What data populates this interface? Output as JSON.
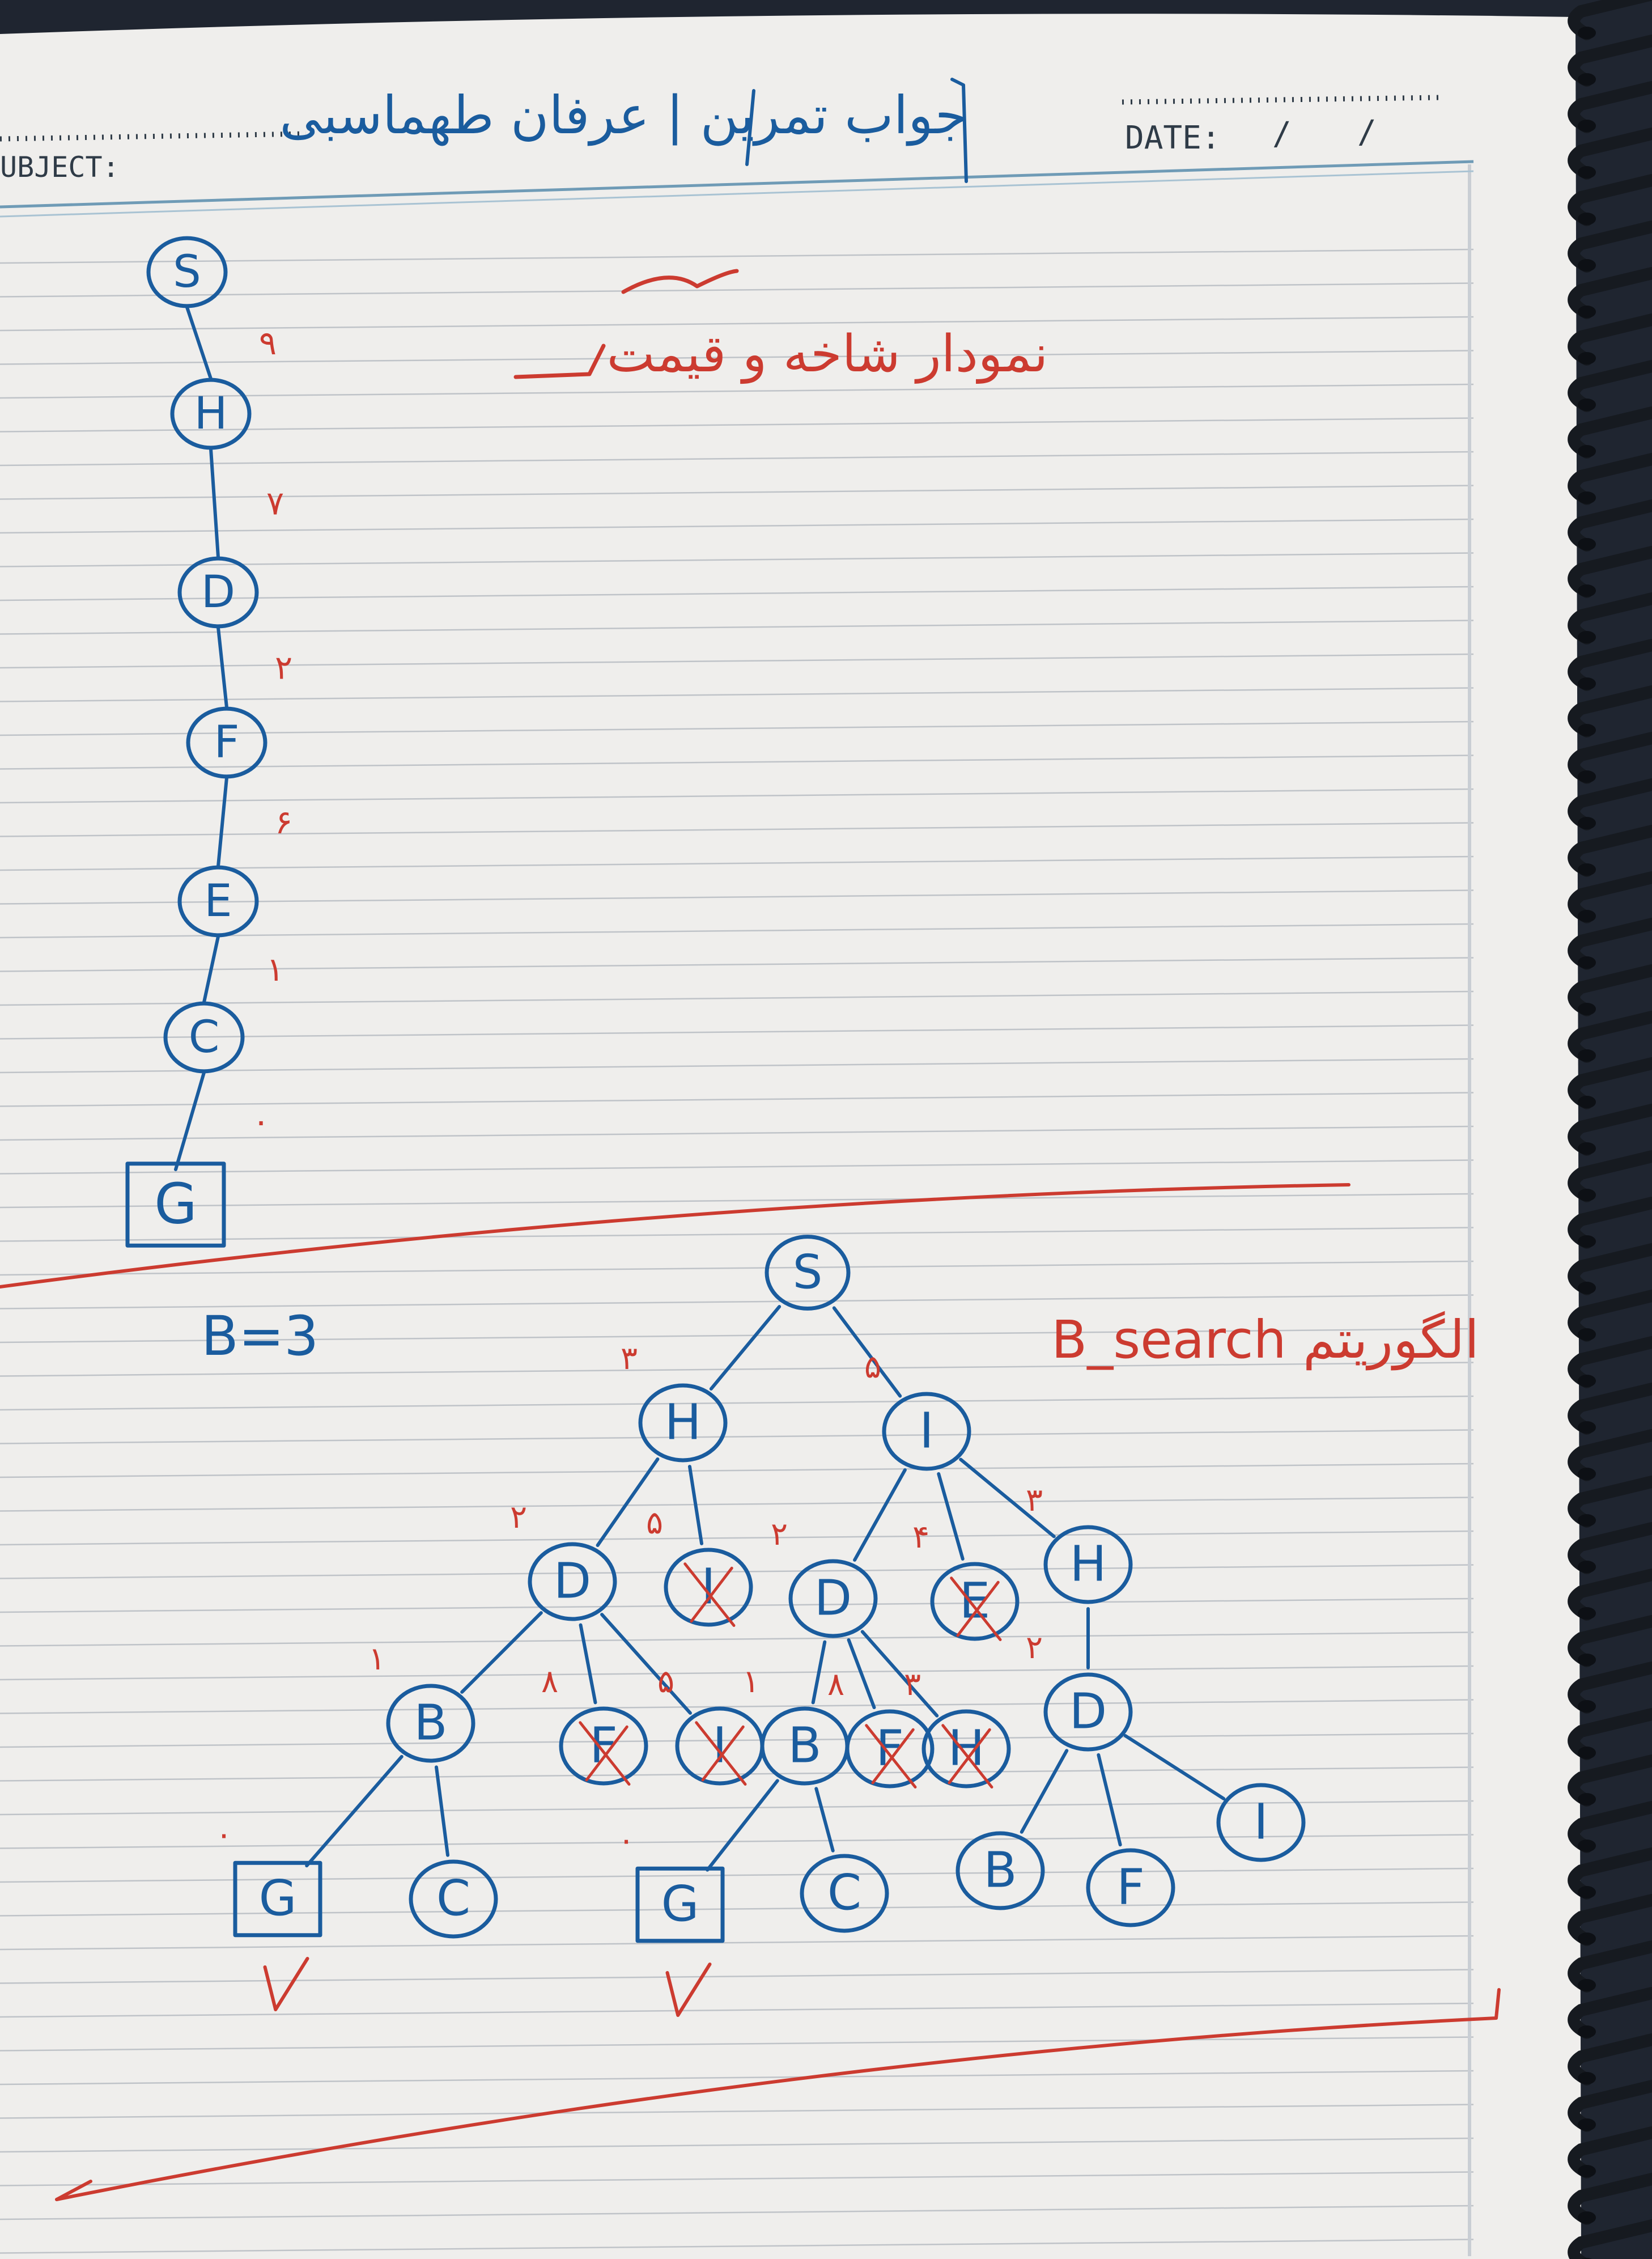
{
  "header": {
    "subject_label": "UBJECT:",
    "title": "جواب تمرین | عرفان طهماسبی",
    "date_label": "DATE:",
    "date_separator": "/"
  },
  "top_note": {
    "text": "نمودار شاخه و قیمت"
  },
  "chain": {
    "nodes": [
      "S",
      "H",
      "D",
      "F",
      "E",
      "C",
      "G"
    ],
    "edge_costs": [
      "۹",
      "۷",
      "۲",
      "۶",
      "۱",
      "۰"
    ],
    "goal": "G"
  },
  "beam": {
    "width_label": "B=3",
    "title": "B_search الگوریتم",
    "nodes": [
      {
        "id": "S",
        "label": "S"
      },
      {
        "id": "H1",
        "label": "H",
        "cost": "۳"
      },
      {
        "id": "I1",
        "label": "I",
        "cost": "۵"
      },
      {
        "id": "D1",
        "label": "D",
        "cost": "۲"
      },
      {
        "id": "I2",
        "label": "I",
        "cost": "۵",
        "crossed": true
      },
      {
        "id": "D2",
        "label": "D",
        "cost": "۲"
      },
      {
        "id": "E1",
        "label": "E",
        "cost": "۴",
        "crossed": true
      },
      {
        "id": "H2",
        "label": "H",
        "cost": "۳"
      },
      {
        "id": "B1",
        "label": "B",
        "cost": "۱"
      },
      {
        "id": "F1",
        "label": "F",
        "cost": "۸",
        "crossed": true
      },
      {
        "id": "I3",
        "label": "I",
        "cost": "۵",
        "crossed": true
      },
      {
        "id": "B2",
        "label": "B",
        "cost": "۱"
      },
      {
        "id": "F2",
        "label": "F",
        "cost": "۸",
        "crossed": true
      },
      {
        "id": "H3",
        "label": "H",
        "cost": "۳",
        "crossed": true
      },
      {
        "id": "D3",
        "label": "D",
        "cost": "۲"
      },
      {
        "id": "G1",
        "label": "G",
        "cost": "۰",
        "goal": true,
        "checked": true
      },
      {
        "id": "C1",
        "label": "C"
      },
      {
        "id": "G2",
        "label": "G",
        "cost": "۰",
        "goal": true,
        "checked": true
      },
      {
        "id": "C2",
        "label": "C"
      },
      {
        "id": "B3",
        "label": "B"
      },
      {
        "id": "F3",
        "label": "F"
      },
      {
        "id": "I4",
        "label": "I"
      }
    ]
  },
  "colors": {
    "paper": "#efeeec",
    "rule": "#b9bcc1",
    "blue_ink": "#1a5c9e",
    "red_ink": "#cc3b30",
    "spiral": "#161a20",
    "background": "#1f2530"
  }
}
